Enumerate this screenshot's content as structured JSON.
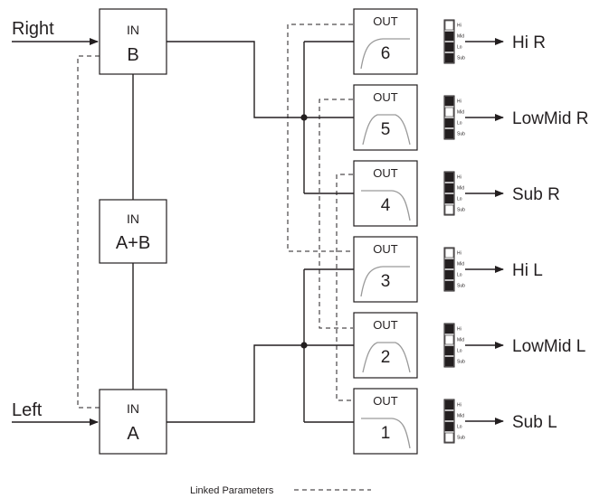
{
  "inputs": {
    "right_label": "Right",
    "left_label": "Left"
  },
  "in_blocks": {
    "b": {
      "caption": "IN",
      "name": "B"
    },
    "ab": {
      "caption": "IN",
      "name": "A+B"
    },
    "a": {
      "caption": "IN",
      "name": "A"
    }
  },
  "out_blocks": [
    {
      "caption": "OUT",
      "number": "6",
      "label": "Hi R",
      "filter": "highpass",
      "active_band": "Hi"
    },
    {
      "caption": "OUT",
      "number": "5",
      "label": "LowMid R",
      "filter": "bandpass",
      "active_band": "Mid"
    },
    {
      "caption": "OUT",
      "number": "4",
      "label": "Sub R",
      "filter": "lowpass",
      "active_band": "Sub"
    },
    {
      "caption": "OUT",
      "number": "3",
      "label": "Hi L",
      "filter": "highpass",
      "active_band": "Hi"
    },
    {
      "caption": "OUT",
      "number": "2",
      "label": "LowMid L",
      "filter": "bandpass",
      "active_band": "Mid"
    },
    {
      "caption": "OUT",
      "number": "1",
      "label": "Sub L",
      "filter": "lowpass",
      "active_band": "Sub"
    }
  ],
  "meter_bands": [
    "Hi",
    "Mid",
    "Lo",
    "Sub"
  ],
  "legend": {
    "linked_parameters": "Linked Parameters"
  },
  "colors": {
    "line": "#231f20",
    "curve": "#9a9a9a",
    "meter_dark": "#231f20",
    "meter_light": "#ffffff"
  }
}
